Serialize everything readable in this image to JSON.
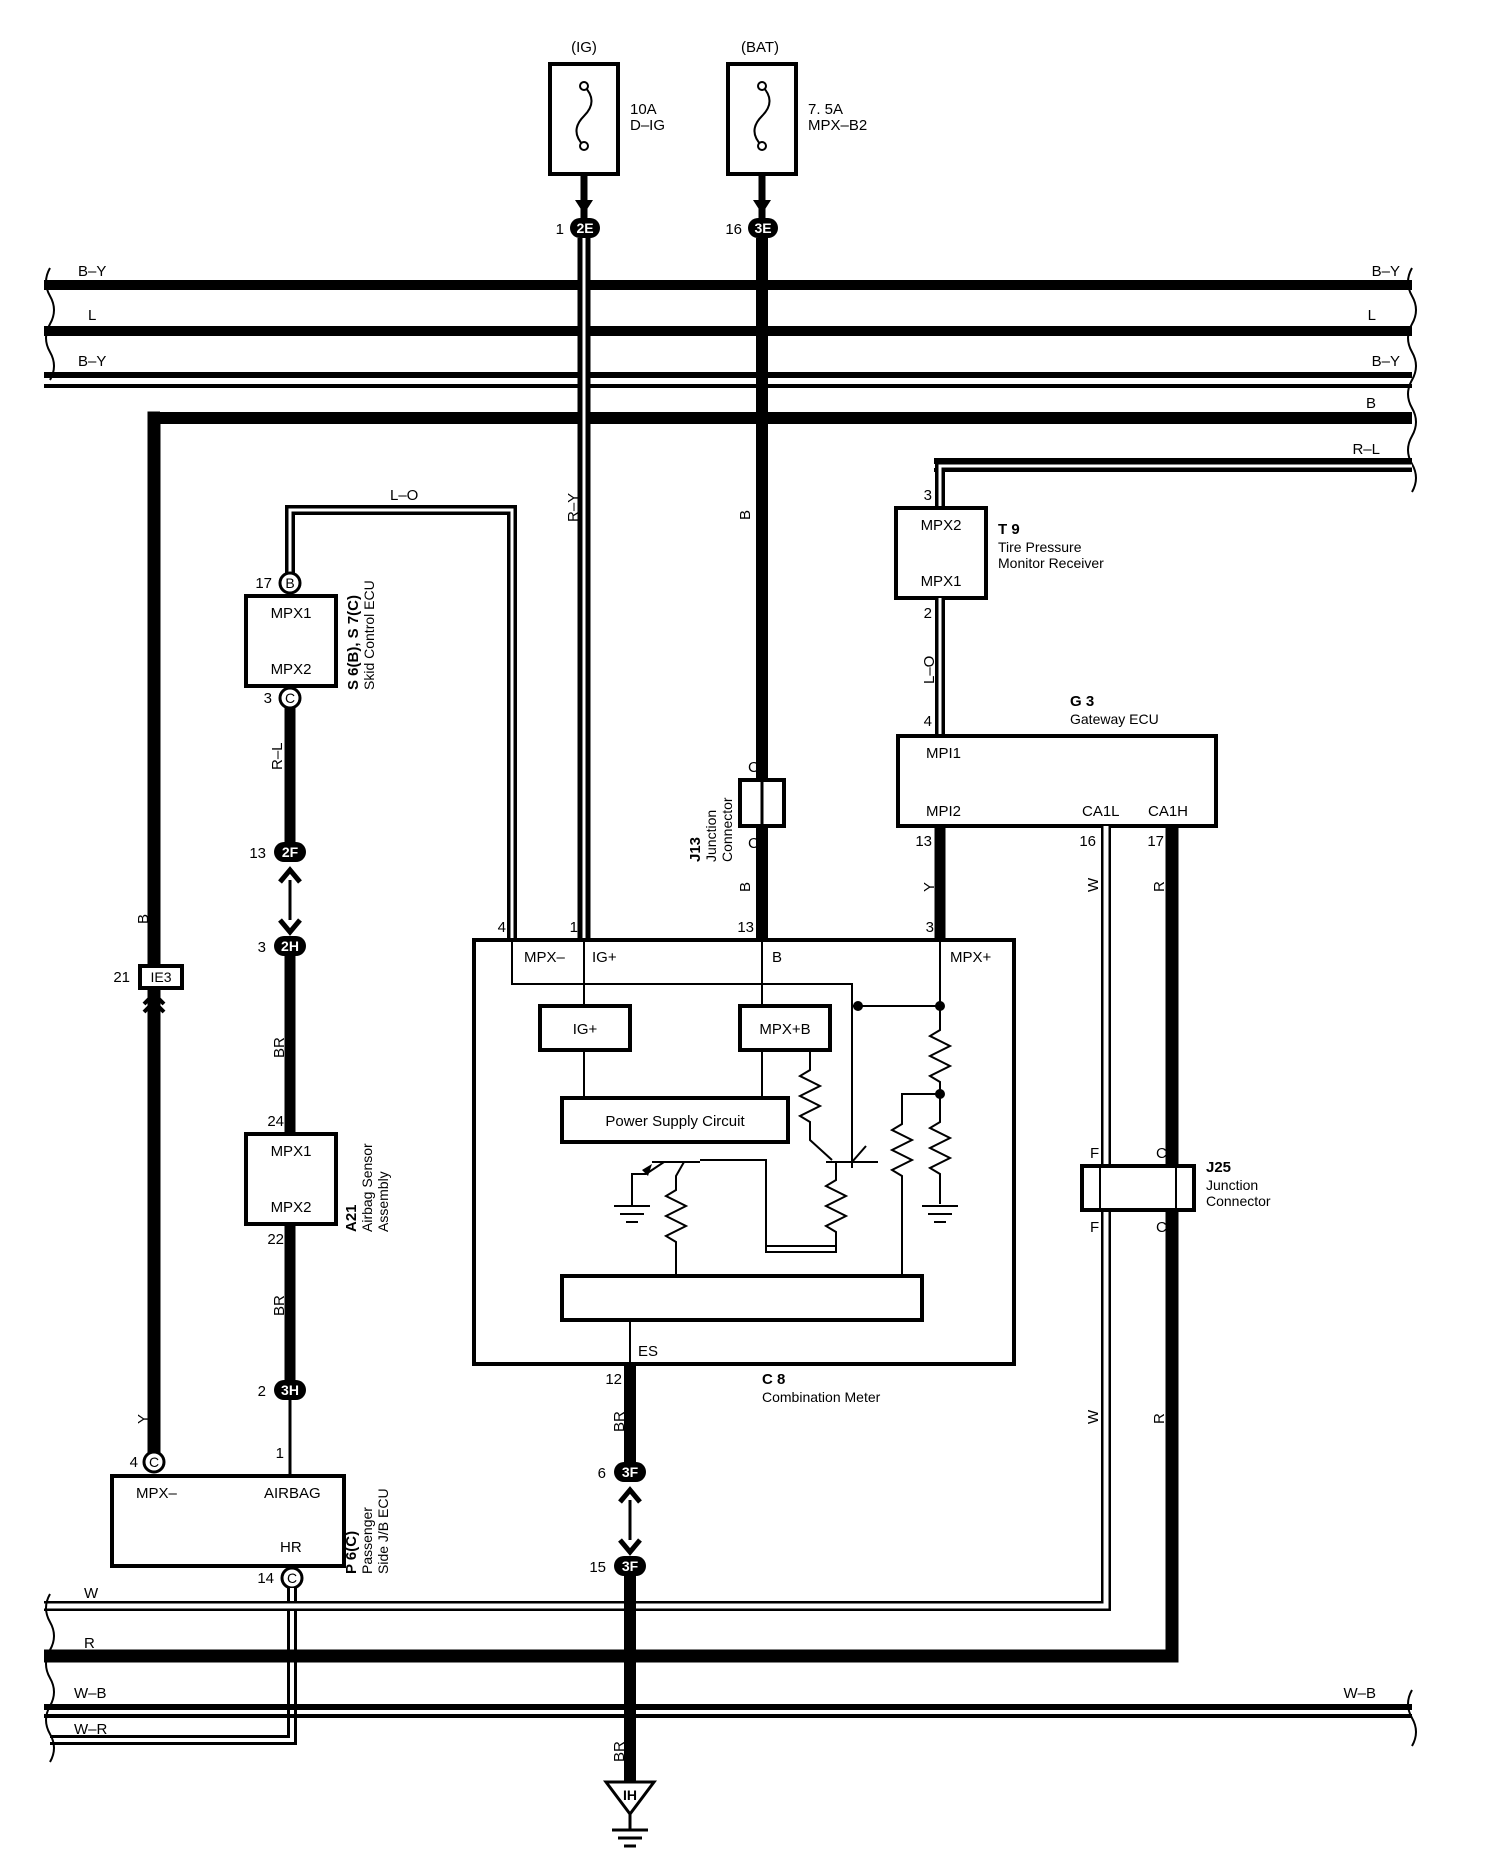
{
  "supply": {
    "ig": {
      "label": "(IG)",
      "rating": "10A",
      "name": "D–IG"
    },
    "bat": {
      "label": "(BAT)",
      "rating": "7. 5A",
      "name": "MPX–B2"
    }
  },
  "connectors": {
    "c2E": {
      "pin": "1",
      "id": "2E"
    },
    "c3E": {
      "pin": "16",
      "id": "3E"
    },
    "c2F": {
      "pin": "13",
      "id": "2F"
    },
    "c2H": {
      "pin": "3",
      "id": "2H"
    },
    "c3H": {
      "pin": "2",
      "id": "3H"
    },
    "cIE3": {
      "pin": "21",
      "id": "IE3"
    },
    "c3F_top": {
      "pin": "6",
      "id": "3F"
    },
    "c3F_bot": {
      "pin": "15",
      "id": "3F"
    },
    "ground_IH": {
      "id": "IH"
    }
  },
  "buses": {
    "top": [
      {
        "left": "B–Y",
        "right": "B–Y"
      },
      {
        "left": "L",
        "right": "L"
      },
      {
        "left": "B–Y",
        "right": "B–Y"
      },
      {
        "right": "B"
      },
      {
        "right": "R–L"
      }
    ],
    "bottom": [
      {
        "left": "W"
      },
      {
        "left": "R"
      },
      {
        "left": "W–B",
        "right": "W–B"
      },
      {
        "left": "W–R"
      }
    ]
  },
  "wire_colors": {
    "ig_wire": "R–Y",
    "bat_wire": "B",
    "bat_wire_low": "B",
    "skid_top": "L–O",
    "skid_down": "R–L",
    "airbag_top": "BR",
    "airbag_bottom": "BR",
    "left_upper": "B",
    "left_lower": "Y",
    "t9_down": "L–O",
    "g3_down": "Y",
    "w_upper": "W",
    "r_upper": "R",
    "w_lower": "W",
    "r_lower": "R",
    "es_wire": "BR",
    "gnd_wire": "BR"
  },
  "components": {
    "t9": {
      "id": "T 9",
      "name1": "Tire Pressure",
      "name2": "Monitor Receiver",
      "pin_top": "MPX2",
      "pin_bottom": "MPX1",
      "num_top": "3",
      "num_bottom": "2"
    },
    "g3": {
      "id": "G 3",
      "name": "Gateway ECU",
      "pin_mpi1": "MPI1",
      "pin_mpi2": "MPI2",
      "pin_ca1l": "CA1L",
      "pin_ca1h": "CA1H",
      "num_mpi1": "4",
      "num_mpi2": "13",
      "num_ca1l": "16",
      "num_ca1h": "17"
    },
    "skid": {
      "id": "S 6(B), S 7(C)",
      "name": "Skid Control ECU",
      "pin_top": "MPX1",
      "pin_bottom": "MPX2",
      "num_top": "17",
      "conn_top": "B",
      "num_bottom": "3",
      "conn_bottom": "C"
    },
    "airbag": {
      "id": "A21",
      "name1": "Airbag Sensor",
      "name2": "Assembly",
      "pin_top": "MPX1",
      "pin_bottom": "MPX2",
      "num_top": "24",
      "num_bottom": "22"
    },
    "j13": {
      "id": "J13",
      "name1": "Junction",
      "name2": "Connector",
      "pin_top": "C",
      "pin_bottom": "C"
    },
    "j25": {
      "id": "J25",
      "name1": "Junction",
      "name2": "Connector",
      "pin_tl": "F",
      "pin_tr": "C",
      "pin_bl": "F",
      "pin_br": "C"
    },
    "meter": {
      "id": "C 8",
      "name": "Combination Meter",
      "pin_mpxm": "MPX–",
      "pin_ig": "IG+",
      "pin_b": "B",
      "pin_mpxp": "MPX+",
      "pin_es": "ES",
      "num_mpxm": "4",
      "num_ig": "1",
      "num_b": "13",
      "num_mpxp": "3",
      "num_es": "12",
      "box_ig": "IG+",
      "box_mpxb": "MPX+B",
      "box_psc": "Power Supply Circuit"
    },
    "p6": {
      "id": "P 6(C)",
      "name1": "Passenger",
      "name2": "Side J/B ECU",
      "pin_mpx": "MPX–",
      "pin_airbag": "AIRBAG",
      "pin_hr": "HR",
      "num_mpx": "4",
      "conn_mpx": "C",
      "num_airbag": "1",
      "num_hr": "14",
      "conn_hr": "C"
    }
  }
}
